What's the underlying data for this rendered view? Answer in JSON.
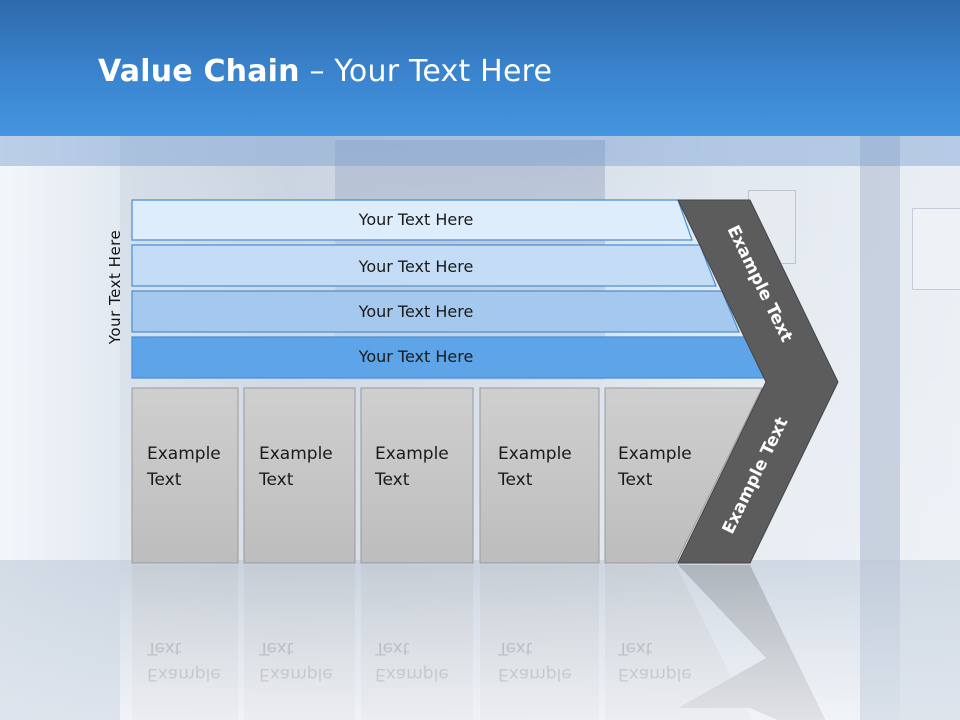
{
  "title": {
    "bold": "Value Chain",
    "rest": " – Your Text Here"
  },
  "side_label": "Your Text Here",
  "rows": [
    {
      "label": "Your Text Here",
      "color": "#deedfb"
    },
    {
      "label": "Your Text Here",
      "color": "#c4dcf5"
    },
    {
      "label": "Your Text Here",
      "color": "#a5c9ee"
    },
    {
      "label": "Your Text Here",
      "color": "#5da5e8"
    }
  ],
  "chevron": {
    "upper_label": "Example Text",
    "lower_label": "Example Text",
    "color": "#5c5c5c"
  },
  "boxes": [
    {
      "line1": "Example",
      "line2": "Text"
    },
    {
      "line1": "Example",
      "line2": "Text"
    },
    {
      "line1": "Example",
      "line2": "Text"
    },
    {
      "line1": "Example",
      "line2": "Text"
    },
    {
      "line1": "Example",
      "line2": "Text"
    }
  ],
  "colors": {
    "header_top": "#2e6aab",
    "header_bottom": "#4595e0",
    "box_fill": "#c8c8c8",
    "row_border": "#4a8fd6"
  }
}
